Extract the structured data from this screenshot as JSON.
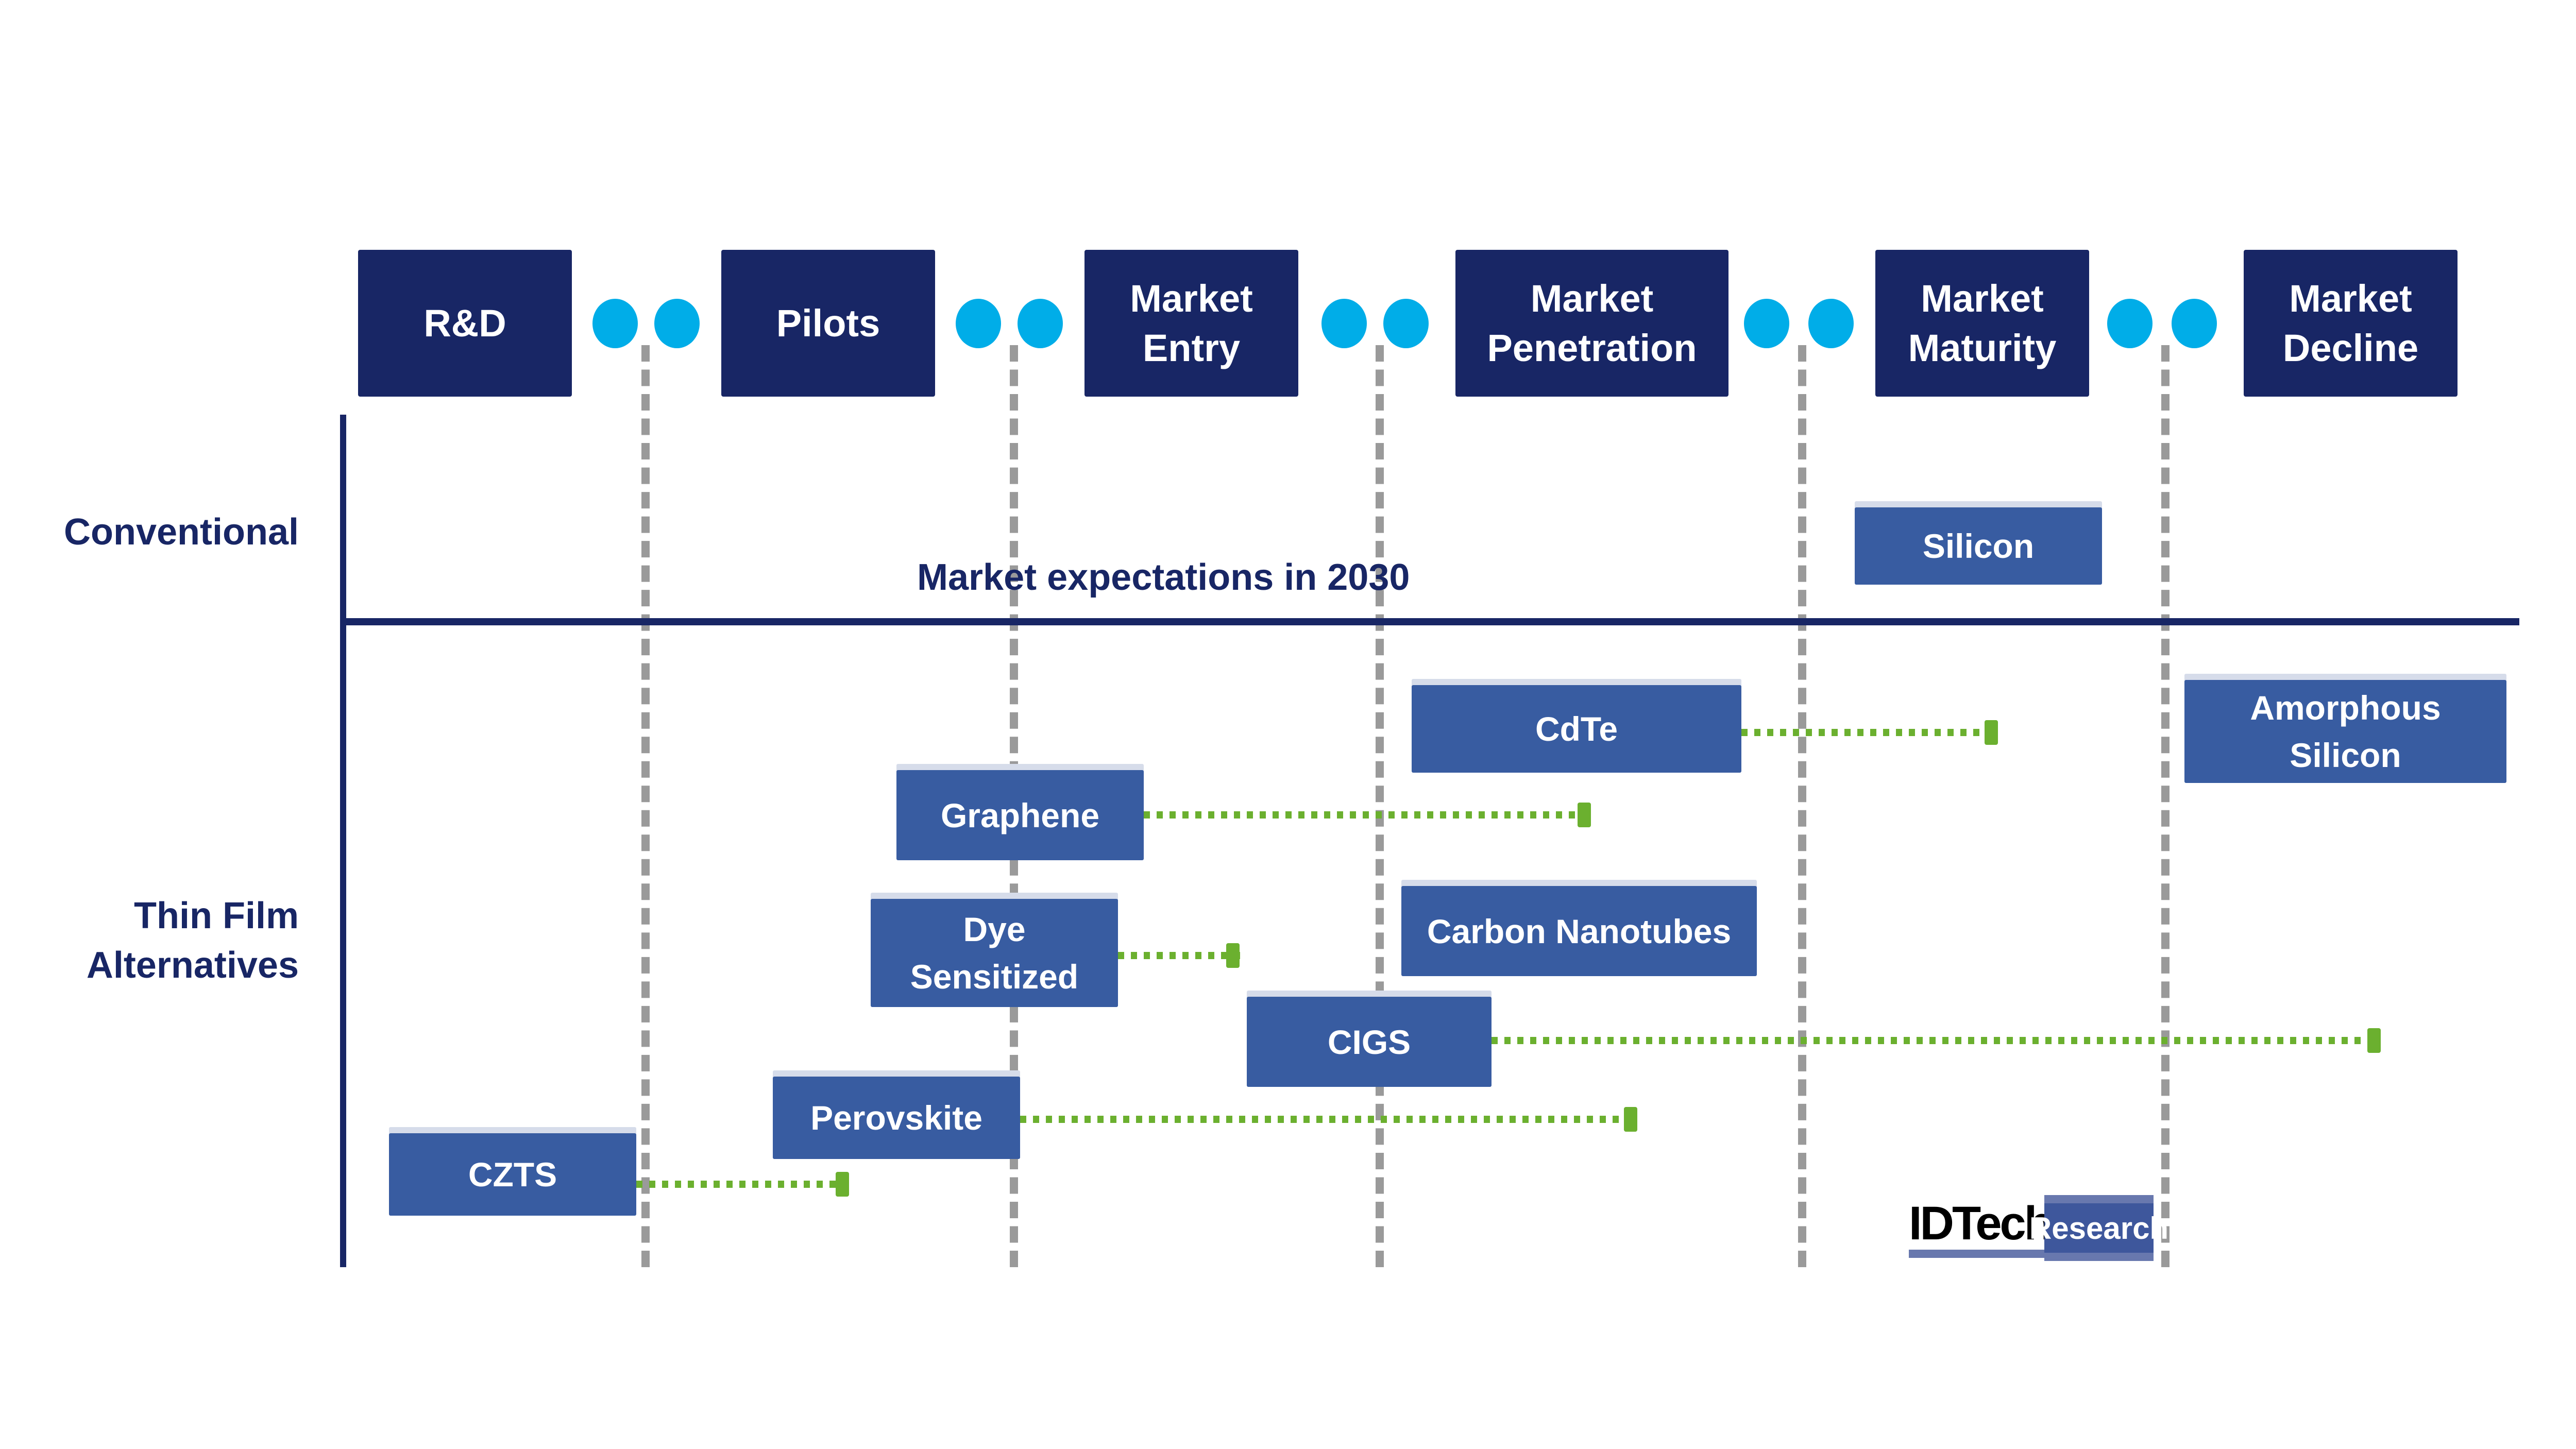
{
  "stages": [
    {
      "label": "R&D"
    },
    {
      "label": "Pilots"
    },
    {
      "label": "Market\nEntry"
    },
    {
      "label": "Market\nPenetration"
    },
    {
      "label": "Market\nMaturity"
    },
    {
      "label": "Market\nDecline"
    }
  ],
  "rows": {
    "conventional": "Conventional",
    "thin_film": "Thin Film\nAlternatives"
  },
  "annotation": "Market expectations in 2030",
  "technologies": {
    "silicon": "Silicon",
    "amorphous_silicon": "Amorphous\nSilicon",
    "cdte": "CdTe",
    "graphene": "Graphene",
    "dye_sensitized": "Dye\nSensitized",
    "carbon_nanotubes": "Carbon Nanotubes",
    "cigs": "CIGS",
    "perovskite": "Perovskite",
    "czts": "CZTS"
  },
  "branding": {
    "logo": "IDTechEx",
    "tag": "Research"
  },
  "colors": {
    "stage": "#182665",
    "connector_dot": "#00ade8",
    "tech_box": "#385ca1",
    "arrow": "#6bb02f",
    "divider": "#9a9a9a"
  }
}
